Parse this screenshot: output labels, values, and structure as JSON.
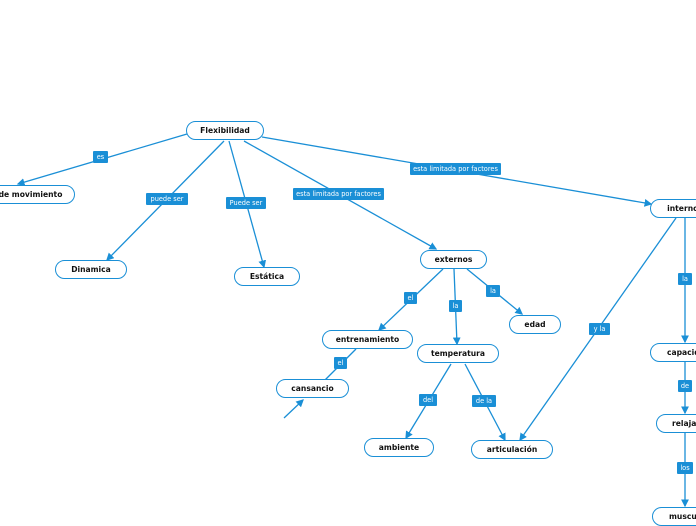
{
  "nodes": {
    "flexibilidad": "Flexibilidad",
    "rango": "de movimiento",
    "dinamica": "Dinamica",
    "estatica": "Estática",
    "externos": "externos",
    "internos": "internos",
    "entrenamiento": "entrenamiento",
    "cansancio": "cansancio",
    "temperatura": "temperatura",
    "edad": "edad",
    "ambiente": "ambiente",
    "articulacion": "articulación",
    "capacidad": "capacid",
    "relajacion": "relaja",
    "musculos": "muscul"
  },
  "edge_labels": {
    "es": "es",
    "puede_ser_1": "puede ser",
    "puede_ser_2": "Puede ser",
    "limitada_1": "esta limitada por factores",
    "limitada_2": "esta limitada por factores",
    "el_1": "el",
    "la_1": "la",
    "la_2": "la",
    "el_2": "el",
    "del": "del",
    "de_la": "de la",
    "y_la": "y la",
    "la_3": "la",
    "de": "de",
    "los": "los"
  },
  "colors": {
    "accent": "#1a8fd6",
    "text": "#111111",
    "background": "#ffffff"
  }
}
